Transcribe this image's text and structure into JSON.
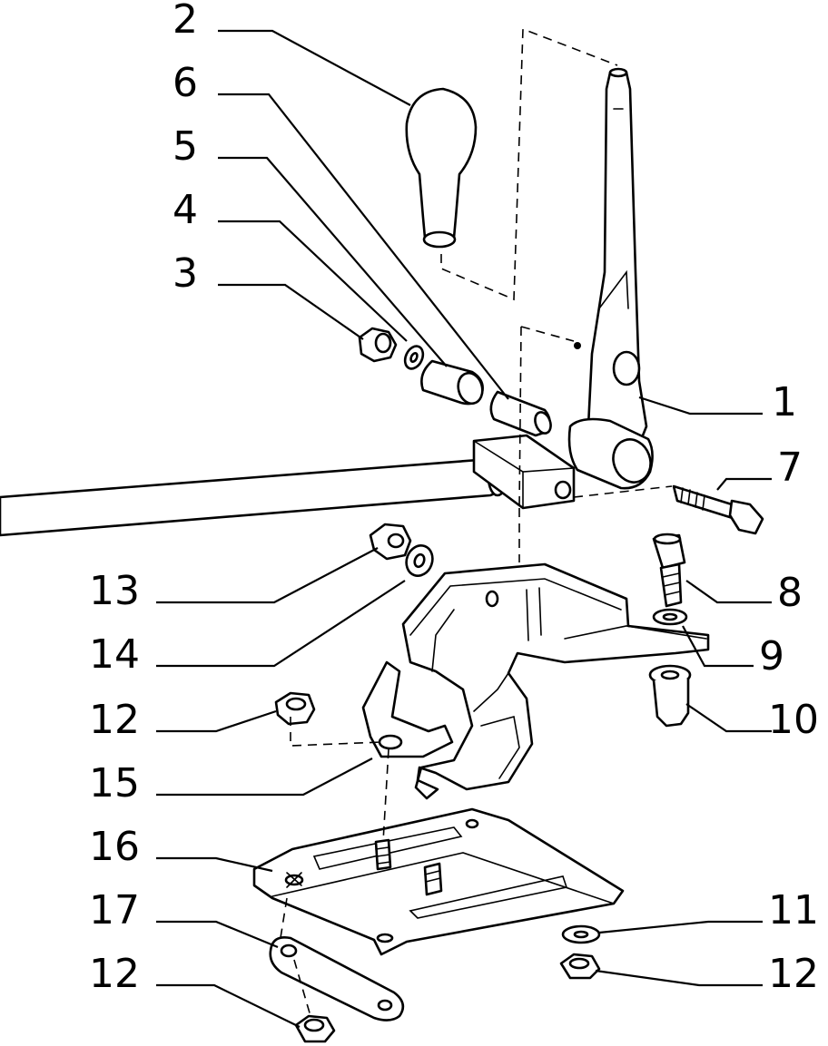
{
  "diagram": {
    "labels": [
      {
        "id": "2",
        "text": "2"
      },
      {
        "id": "6",
        "text": "6"
      },
      {
        "id": "5",
        "text": "5"
      },
      {
        "id": "4",
        "text": "4"
      },
      {
        "id": "3",
        "text": "3"
      },
      {
        "id": "1",
        "text": "1"
      },
      {
        "id": "7",
        "text": "7"
      },
      {
        "id": "13",
        "text": "13"
      },
      {
        "id": "8",
        "text": "8"
      },
      {
        "id": "14",
        "text": "14"
      },
      {
        "id": "9",
        "text": "9"
      },
      {
        "id": "12a",
        "text": "12"
      },
      {
        "id": "10",
        "text": "10"
      },
      {
        "id": "15",
        "text": "15"
      },
      {
        "id": "16",
        "text": "16"
      },
      {
        "id": "17",
        "text": "17"
      },
      {
        "id": "11",
        "text": "11"
      },
      {
        "id": "12b",
        "text": "12"
      },
      {
        "id": "12c",
        "text": "12"
      }
    ]
  }
}
